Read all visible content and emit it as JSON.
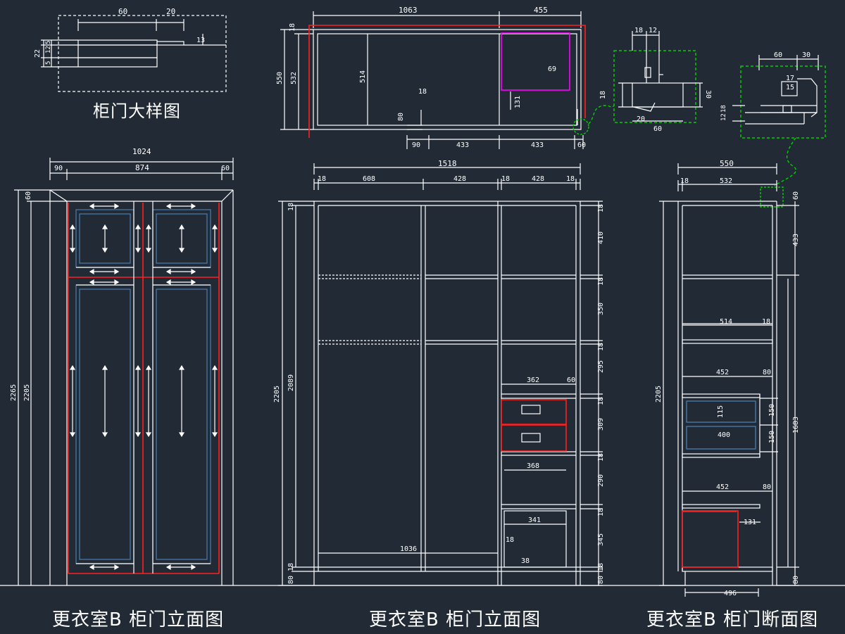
{
  "titles": {
    "detail": "柜门大样图",
    "elevation_a": "更衣室B 柜门立面图",
    "elevation_b": "更衣室B 柜门立面图",
    "section": "更衣室B 柜门断面图"
  },
  "colors": {
    "background": "#212a35",
    "line": "#ffffff",
    "accent_red": "#ff2020",
    "accent_magenta": "#ff00ff",
    "accent_green": "#00d000",
    "accent_blue": "#4a7fb0"
  },
  "dimensions": {
    "detail": {
      "w60": "60",
      "w20": "20",
      "d13": "13",
      "h22": "22",
      "h5a": "5",
      "h12": "12",
      "h5b": "5"
    },
    "plan": {
      "w1063": "1063",
      "w455": "455",
      "h18": "18",
      "h550": "550",
      "h532": "532",
      "d514": "514",
      "d18": "18",
      "d80": "80",
      "d131": "131",
      "d69": "69",
      "b90": "90",
      "b433a": "433",
      "b433b": "433",
      "b60": "60"
    },
    "profile1": {
      "t18": "18",
      "t12": "12",
      "s18": "18",
      "s30": "30",
      "s20": "20",
      "s60": "60"
    },
    "profile2": {
      "t60": "60",
      "t30": "30",
      "i17": "17",
      "i15": "15",
      "l18": "18",
      "l12": "12"
    },
    "elev_a": {
      "w1024": "1024",
      "w90": "90",
      "w874": "874",
      "w60": "60",
      "h60": "60",
      "h2265": "2265",
      "h2205": "2205"
    },
    "elev_b": {
      "w1518": "1518",
      "c18a": "18",
      "c608": "608",
      "c428a": "428",
      "c18b": "18",
      "c428b": "428",
      "c18c": "18",
      "l18": "18",
      "l2205": "2205",
      "l2089": "2089",
      "l18b": "18",
      "l80": "80",
      "r18a": "18",
      "r410": "410",
      "r18b": "18",
      "r350": "350",
      "r18c": "18",
      "r295": "295",
      "r18d": "18",
      "r309": "309",
      "r18e": "18",
      "r290": "290",
      "r18f": "18",
      "r345": "345",
      "r18g": "18",
      "r80": "80",
      "d362": "362",
      "d60": "60",
      "d368": "368",
      "d341": "341",
      "d18": "18",
      "d38": "38",
      "d1036": "1036"
    },
    "section": {
      "w550": "550",
      "w18": "18",
      "w532": "532",
      "l2205": "2205",
      "r60": "60",
      "r433": "433",
      "r1683": "1683",
      "s514": "514",
      "s18": "18",
      "s452a": "452",
      "s80a": "80",
      "s115": "115",
      "s150a": "150",
      "s150b": "150",
      "s400": "400",
      "s452b": "452",
      "s80b": "80",
      "s131": "131",
      "s80c": "80",
      "s496": "496"
    }
  }
}
